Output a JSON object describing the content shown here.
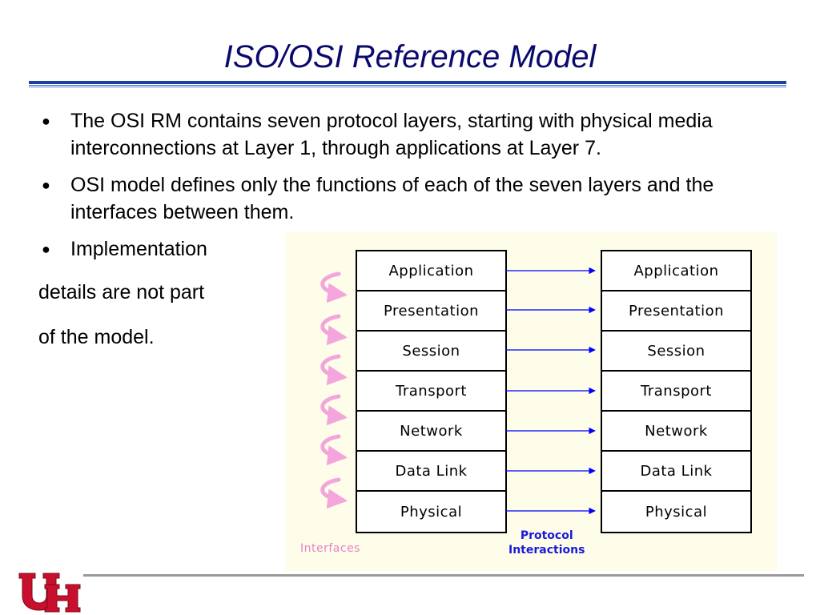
{
  "slide": {
    "title": "ISO/OSI Reference Model",
    "bullets": [
      "The OSI RM contains seven protocol layers, starting with physical media interconnections at Layer 1, through applications at Layer 7.",
      "OSI model defines only the functions of each of the seven layers and the interfaces between them.",
      "Implementation"
    ],
    "continuation_lines": [
      "details are not part",
      "of the model."
    ]
  },
  "diagram": {
    "layers_left": [
      "Application",
      "Presentation",
      "Session",
      "Transport",
      "Network",
      "Data Link",
      "Physical"
    ],
    "layers_right": [
      "Application",
      "Presentation",
      "Session",
      "Transport",
      "Network",
      "Data Link",
      "Physical"
    ],
    "interfaces_label": "Interfaces",
    "protocol_label_line1": "Protocol",
    "protocol_label_line2": "Interactions",
    "colors": {
      "interface_arrow": "#f4a6dc",
      "protocol_arrow": "#0000ff",
      "background": "#fdfde9"
    }
  },
  "logo": {
    "text": "UH",
    "color": "#c8102e"
  }
}
